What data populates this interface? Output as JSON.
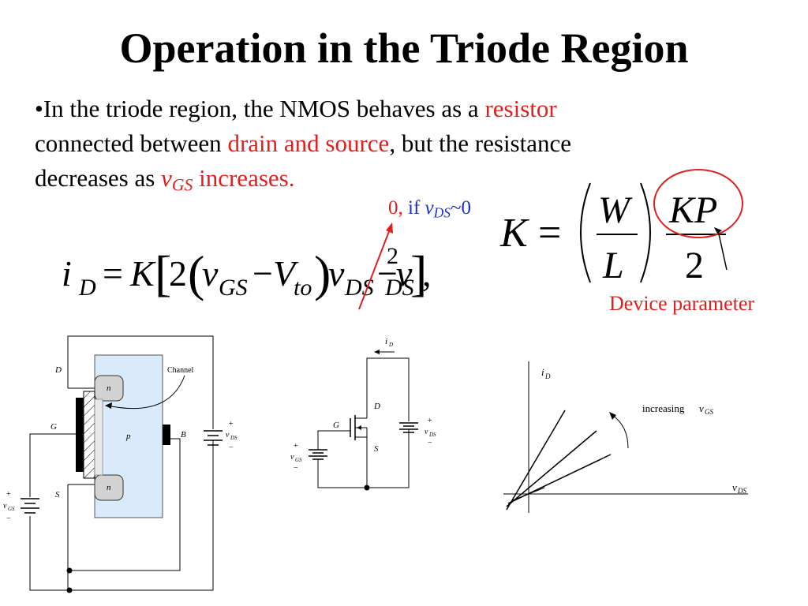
{
  "slide": {
    "title": "Operation in the Triode Region",
    "bullet": {
      "mark": "•",
      "t1": "In the triode region, the NMOS behaves as a ",
      "resistor": "resistor",
      "t2": "connected between ",
      "drain_source": "drain and source",
      "t3": ", but the resistance",
      "t4": "decreases as ",
      "v": "v",
      "gs": "GS",
      "increases": " increases."
    },
    "condition": {
      "zero": "0,",
      "if": " if ",
      "v": "v",
      "ds": "DS",
      "approx": "~0"
    },
    "device_parameter": "Device parameter",
    "equation_id": {
      "i": "i",
      "d": "D",
      "eq": "=",
      "k": "K",
      "lb": "[",
      "two": "2",
      "lp": "(",
      "v1": "v",
      "gs": "GS",
      "minus1": "−",
      "vt": "V",
      "to": "to",
      "rp": ")",
      "v2": "v",
      "ds1": "DS",
      "minus2": "−",
      "v3": "v",
      "sq": "2",
      "ds2": "DS",
      "rb": "]",
      "comma": ","
    },
    "equation_k": {
      "k": "K",
      "eq": "=",
      "w": "W",
      "l": "L",
      "kp": "KP",
      "two": "2"
    },
    "fig1": {
      "d": "D",
      "g": "G",
      "s": "S",
      "b": "B",
      "p": "p",
      "n1": "n",
      "n2": "n",
      "channel": "Channel",
      "vds_plus": "+",
      "vds": "v",
      "vds_sub": "DS",
      "vds_minus": "−",
      "vgs_plus": "+",
      "vgs": "v",
      "vgs_sub": "GS",
      "vgs_minus": "−"
    },
    "fig2": {
      "id": "i",
      "id_sub": "D",
      "d": "D",
      "g": "G",
      "s": "S",
      "vds_plus": "+",
      "vds": "v",
      "vds_sub": "DS",
      "vds_minus": "−",
      "vgs_plus": "+",
      "vgs": "v",
      "vgs_sub": "GS",
      "vgs_minus": "−"
    },
    "fig3": {
      "id": "i",
      "id_sub": "D",
      "vds": "v",
      "vds_sub": "DS",
      "increasing": "increasing ",
      "v": "v",
      "gs": "GS"
    },
    "colors": {
      "accent_red": "#e0201c",
      "accent_blue": "#1d2fc5",
      "channel_fill": "#d9ebfb",
      "n_fill": "#d3d3d3"
    }
  }
}
